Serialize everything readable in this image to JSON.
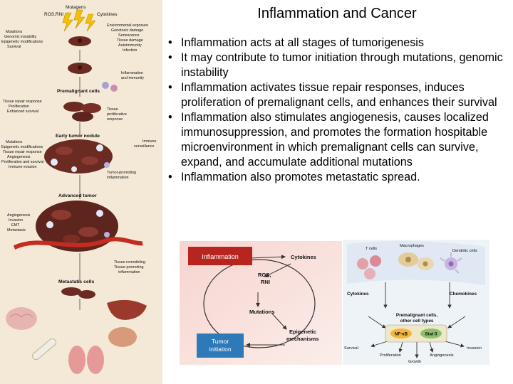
{
  "slide": {
    "title": "Inflammation and Cancer",
    "bullets": [
      "Inflammation acts at all stages of tumorigenesis",
      "It may contribute to tumor initiation through mutations, genomic instability",
      "Inflammation activates tissue repair responses, induces proliferation of premalignant cells, and enhances their survival",
      "Inflammation also stimulates angiogenesis, causes localized immunosuppression, and promotes the formation hospitable microenvironment in which premalignant cells can survive, expand, and accumulate additional mutations",
      "Inflammation also promotes metastatic spread."
    ]
  },
  "left_figure": {
    "mutagens": "Mutagens",
    "ros_rni": "ROS,RNI",
    "cytokines": "Cytokines",
    "env_list": [
      "Environmental exposure",
      "Genotoxic damage",
      "Senescence",
      "Tissue damage",
      "Autoimmunity",
      "Infection"
    ],
    "left_mutations": [
      "Mutations",
      "Genomic instability",
      "Epigenetic modifications",
      "Survival"
    ],
    "inflammation_immunity": [
      "Inflammation",
      "and immunity"
    ],
    "premalignant_cells": "Premalignant cells",
    "tissue_repair": [
      "Tissue repair response",
      "Proliferation",
      "Enhanced survival"
    ],
    "tissue_proliferative": [
      "Tissue",
      "proliferative",
      "response"
    ],
    "early_tumor_nodule": "Early tumor nodule",
    "immune_surveillance": [
      "Immune",
      "surveillance"
    ],
    "mid_list": [
      "Mutations",
      "Epigenetic modifications",
      "Tissue repair response",
      "Angiogenesis",
      "Proliferation and survival",
      "Immune evasion"
    ],
    "tumor_promoting": [
      "Tumor-promoting",
      "inflammation"
    ],
    "advanced_tumor": "Advanced tumor",
    "angio_list": [
      "Angiogenesis",
      "Invasion",
      "EMT",
      "Metastasis"
    ],
    "remodeling": [
      "Tissue remodeling",
      "Tissue-promoting",
      "inflammation"
    ],
    "metastatic_cells": "Metastatic cells"
  },
  "loop_figure": {
    "inflammation": "Inflammation",
    "cytokines": "Cytokines",
    "ros_rni": [
      "ROS,",
      "RNI"
    ],
    "mutations": "Mutations",
    "epigenetic": [
      "Epigenetic",
      "mechanisms"
    ],
    "tumor_initiation": [
      "Tumor",
      "initiation"
    ],
    "colors": {
      "red_box": "#b8251f",
      "blue_box": "#2e79b8",
      "pink_bg": "#f6dad6"
    }
  },
  "cells_figure": {
    "macrophages": "Macrophages",
    "t_cells": "T cells",
    "dendritic_cells": "Dendritic cells",
    "cytokines": "Cytokines",
    "chemokines": "Chemokines",
    "premalignant": [
      "Premalignant cells,",
      "other cell types"
    ],
    "nfkb": "NF-κB",
    "stat3": "Stat-3",
    "survival": "Survival",
    "invasion": "Invasion",
    "proliferation": "Proliferation",
    "angiogenesis": "Angiogenesis",
    "growth": "Growth"
  }
}
